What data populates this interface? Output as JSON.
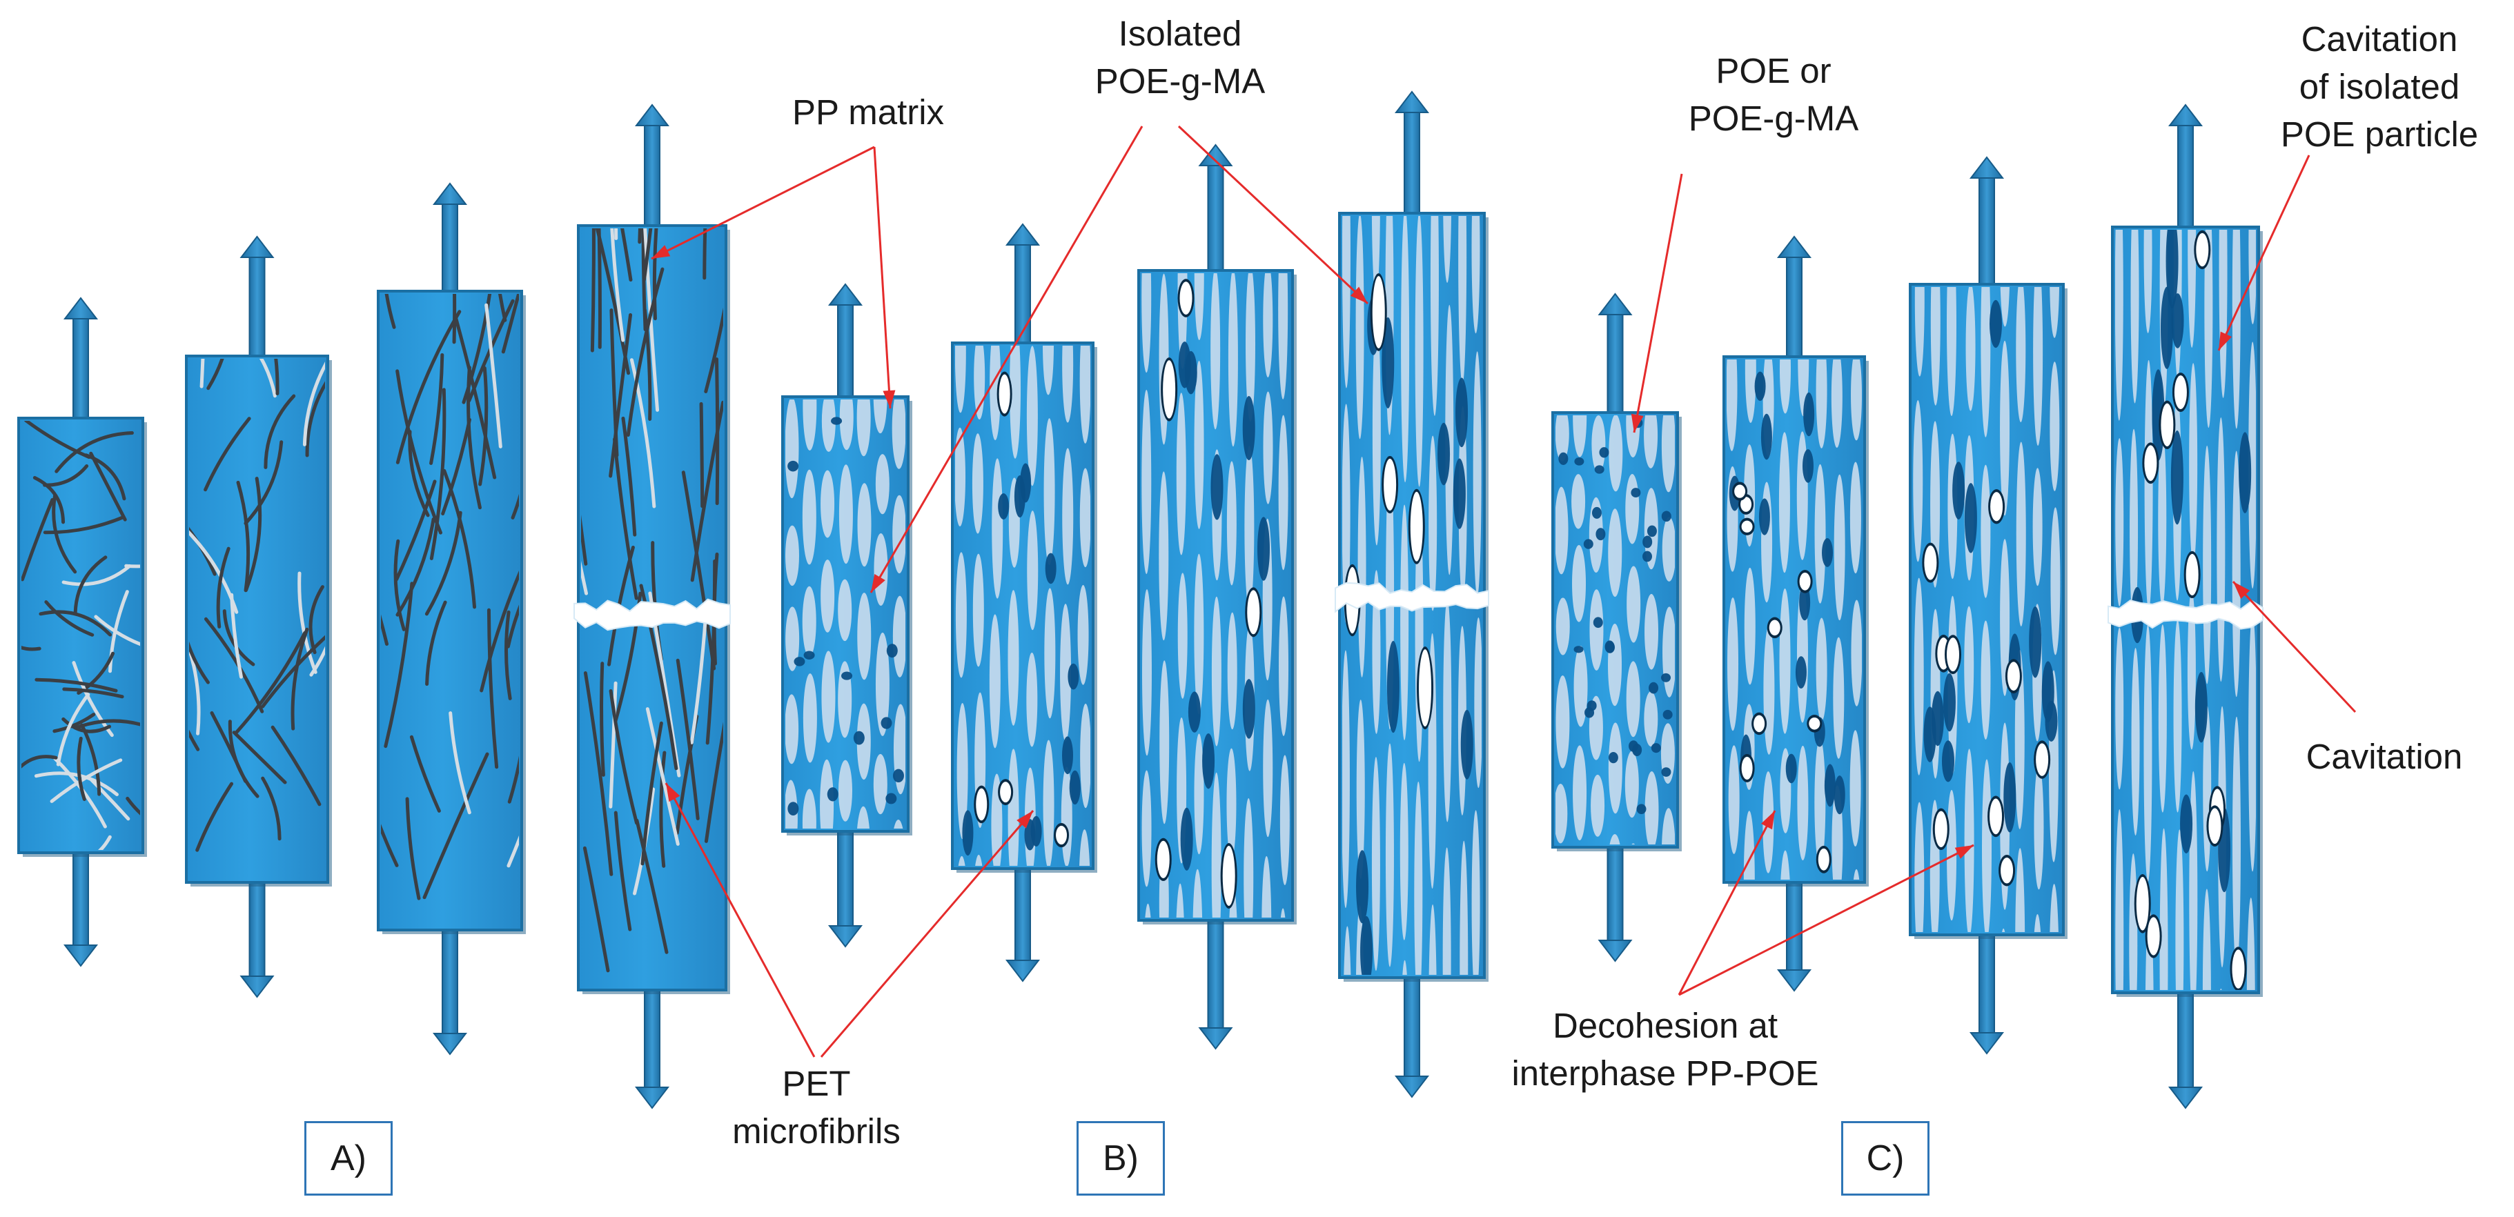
{
  "annotations": {
    "pp_matrix": "PP matrix",
    "isolated_poe_g_ma": [
      "Isolated",
      "POE-g-MA"
    ],
    "poe_or_poe_g_ma": [
      "POE or",
      "POE-g-MA"
    ],
    "cavitation_isolated_poe": [
      "Cavitation",
      "of isolated",
      "POE particle"
    ],
    "pet_microfibrils": [
      "PET",
      "microfibrils"
    ],
    "decohesion": [
      "Decohesion at",
      "interphase PP-POE"
    ],
    "cavitation": "Cavitation"
  },
  "panels": {
    "a": "A)",
    "b": "B)",
    "c": "C)"
  },
  "colors": {
    "specimen_fill": "#2f9fe0",
    "specimen_edge": "#1b6fa3",
    "arrow": "#2a7fb5",
    "fiber": "#3b3f44",
    "fibril": "#c9dced",
    "particle": "#0b4f86",
    "pointer_line": "#e52b2b",
    "crack": "#ffffff"
  }
}
